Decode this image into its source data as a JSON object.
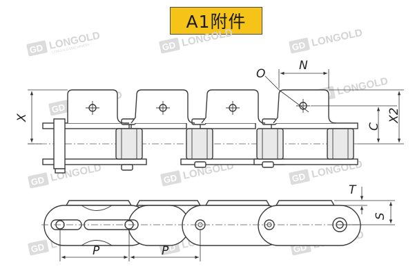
{
  "title": "A1附件",
  "watermark": {
    "text": "LONGOLD",
    "sub": "LONGOLD MACHINERY",
    "logo": "GD"
  },
  "labels": {
    "X": "X",
    "O": "O",
    "N": "N",
    "C": "C",
    "X2": "X2",
    "T": "T",
    "S": "S",
    "P1": "P",
    "P2": "P"
  },
  "colors": {
    "title_bg": "#f6c418",
    "line": "#3a3a3a",
    "watermark": "#d4d4d4"
  }
}
